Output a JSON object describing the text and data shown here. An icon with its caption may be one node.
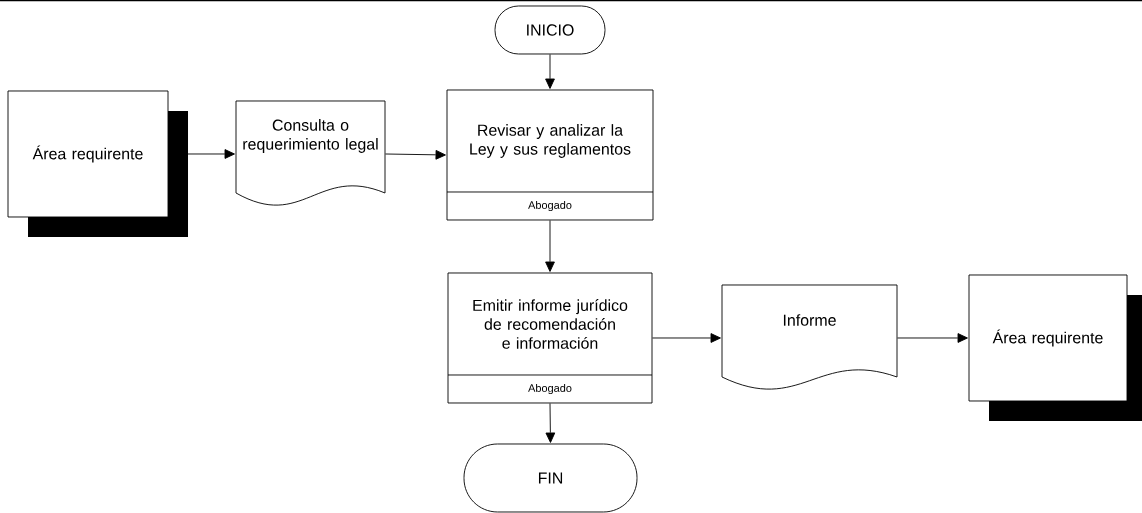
{
  "diagram": {
    "nodes": [
      {
        "text": [
          "INICIO"
        ]
      },
      {
        "text": [
          "Área requirente"
        ]
      },
      {
        "text": [
          "Consulta o requerimiento legal"
        ]
      },
      {
        "text": [
          "Revisar y analizar la Ley y sus reglamentos",
          "Abogado"
        ]
      },
      {
        "text": [
          "Emitir informe jurídico de recomendación e información",
          "Abogado"
        ]
      },
      {
        "text": [
          "Informe"
        ]
      },
      {
        "text": [
          "Área requirente"
        ]
      },
      {
        "text": [
          "FIN"
        ]
      }
    ],
    "edges": [
      {
        "from": 0,
        "to": 3,
        "arrow": "to"
      },
      {
        "from": 1,
        "to": 2,
        "arrow": "to"
      },
      {
        "from": 2,
        "to": 3,
        "arrow": "to"
      },
      {
        "from": 3,
        "to": 4,
        "arrow": "to"
      },
      {
        "from": 4,
        "to": 5,
        "arrow": "to"
      },
      {
        "from": 5,
        "to": 6,
        "arrow": "to"
      },
      {
        "from": 4,
        "to": 7,
        "arrow": "to"
      }
    ]
  }
}
